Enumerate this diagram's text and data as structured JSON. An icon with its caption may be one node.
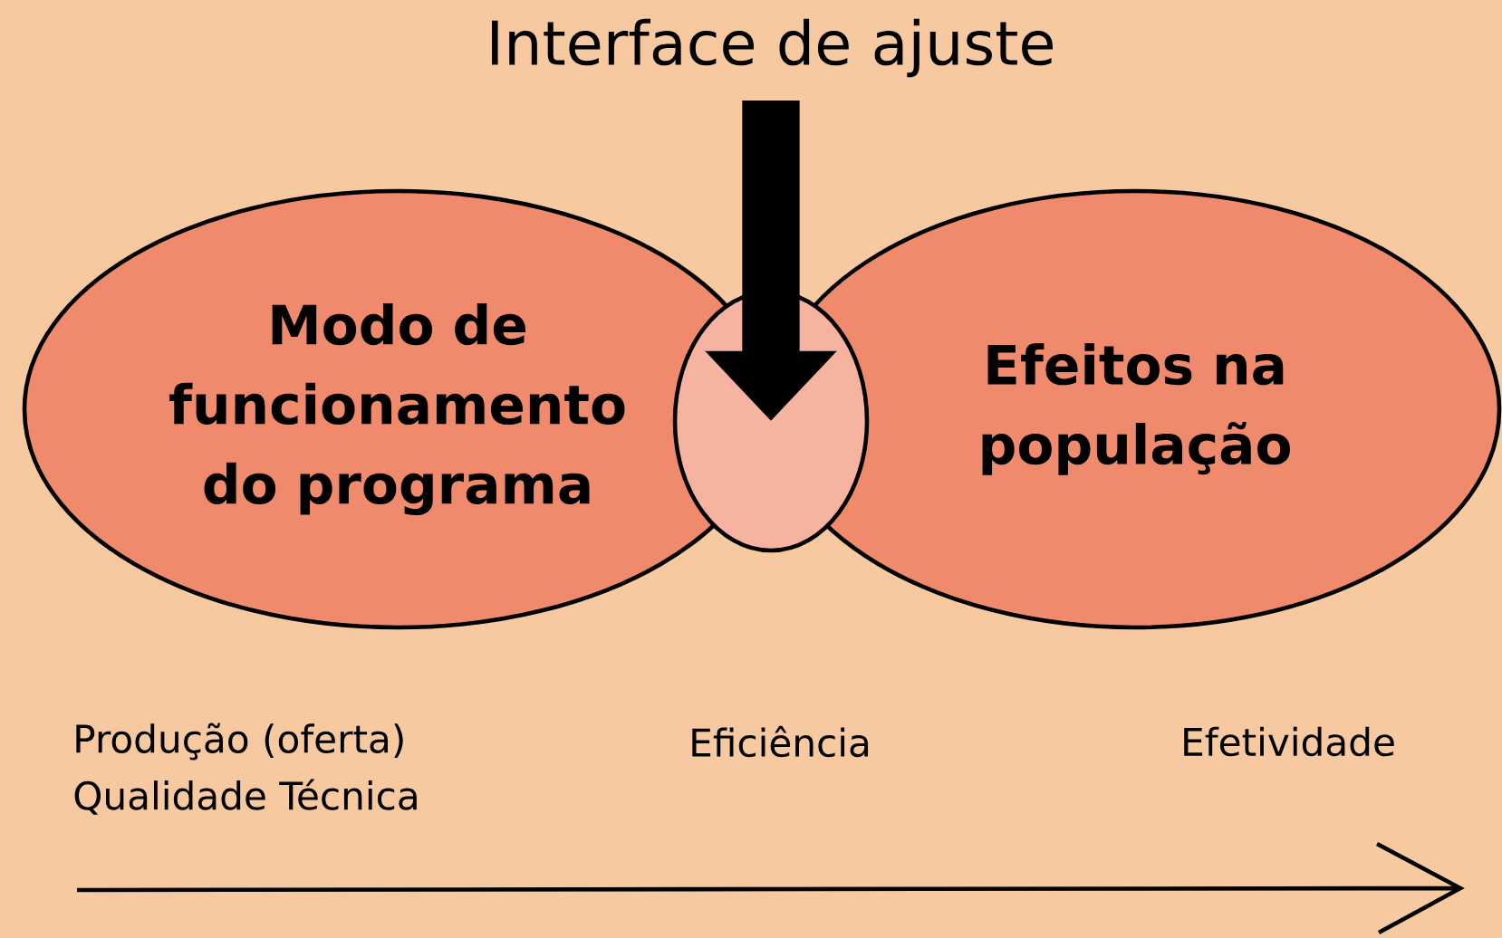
{
  "diagram": {
    "nodes": [
      {
        "text": [
          "Interface de ajuste"
        ]
      },
      {
        "text": [
          "Modo de funcionamento do programa"
        ]
      },
      {
        "text": [
          "Efeitos na população"
        ]
      },
      {
        "text": [],
        "shape": "circle"
      }
    ],
    "edges": [
      {
        "from": 0,
        "to": 3,
        "arrow": "to"
      }
    ],
    "labels": [
      "Produção (oferta)",
      "Qualidade Técnica",
      "Eficiência",
      "Efetividade"
    ]
  }
}
